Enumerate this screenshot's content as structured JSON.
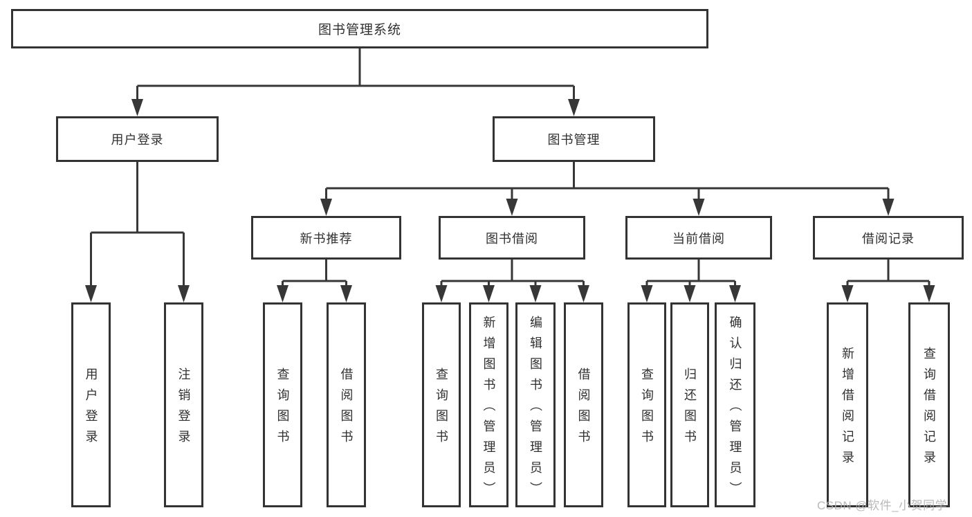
{
  "colors": {
    "line": "#373737",
    "box_border": "#333333",
    "text": "#303030",
    "background": "#ffffff",
    "watermark_text": "#b0b0b0"
  },
  "watermark": "CSDN @软件_小贺同学",
  "nodes": {
    "root": "图书管理系统",
    "level2": {
      "user_login": "用户登录",
      "book_management": "图书管理"
    },
    "level3": {
      "new_book_recommend": "新书推荐",
      "book_borrow": "图书借阅",
      "current_borrow": "当前借阅",
      "borrow_records": "借阅记录"
    },
    "leaves": {
      "user_login": "用户登录",
      "logout": "注销登录",
      "recommend_query_books": "查询图书",
      "recommend_borrow_books": "借阅图书",
      "borrow_query_books": "查询图书",
      "borrow_add_books_admin": "新增图书（管理员）",
      "borrow_edit_books_admin": "编辑图书（管理员）",
      "borrow_borrow_books": "借阅图书",
      "current_query_books": "查询图书",
      "current_return_books": "归还图书",
      "current_confirm_return_admin": "确认归还（管理员）",
      "records_add_record": "新增借阅记录",
      "records_query_record": "查询借阅记录"
    }
  }
}
